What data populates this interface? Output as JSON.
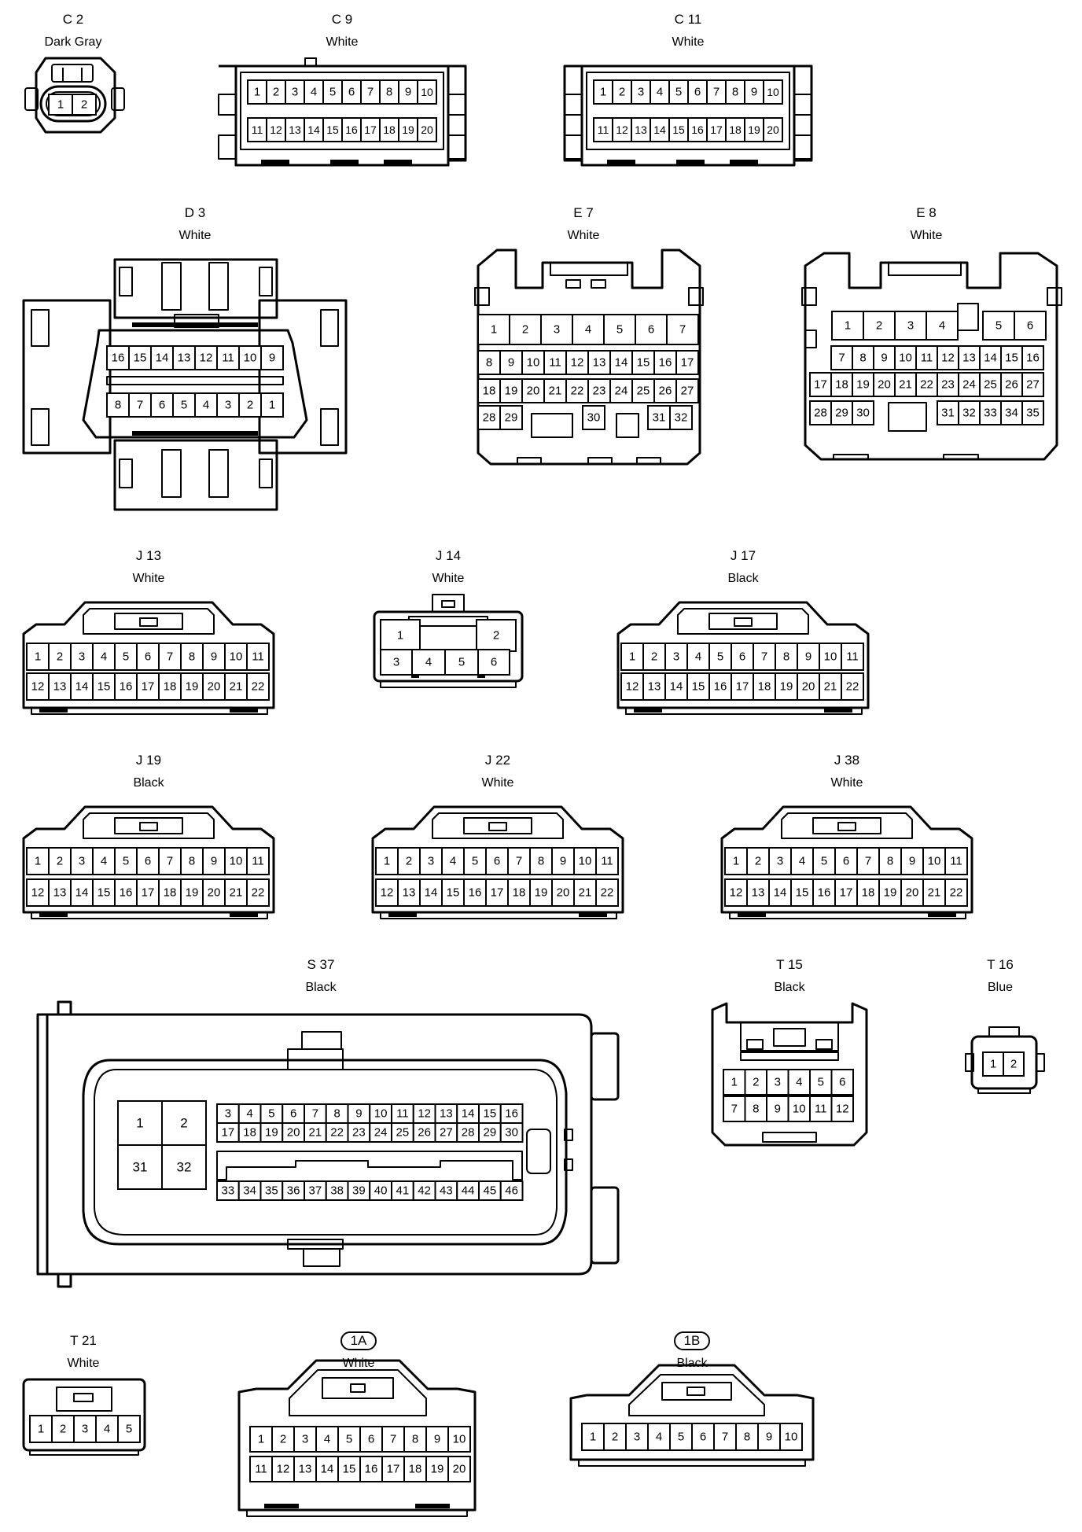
{
  "connectors": [
    {
      "id": "C2",
      "label": "C 2",
      "color": "Dark Gray",
      "pins": [
        "1",
        "2"
      ]
    },
    {
      "id": "C9",
      "label": "C 9",
      "color": "White",
      "pins": [
        "1",
        "2",
        "3",
        "4",
        "5",
        "6",
        "7",
        "8",
        "9",
        "10",
        "11",
        "12",
        "13",
        "14",
        "15",
        "16",
        "17",
        "18",
        "19",
        "20"
      ]
    },
    {
      "id": "C11",
      "label": "C 11",
      "color": "White",
      "pins": [
        "1",
        "2",
        "3",
        "4",
        "5",
        "6",
        "7",
        "8",
        "9",
        "10",
        "11",
        "12",
        "13",
        "14",
        "15",
        "16",
        "17",
        "18",
        "19",
        "20"
      ]
    },
    {
      "id": "D3",
      "label": "D 3",
      "color": "White",
      "pins": [
        "16",
        "15",
        "14",
        "13",
        "12",
        "11",
        "10",
        "9",
        "8",
        "7",
        "6",
        "5",
        "4",
        "3",
        "2",
        "1"
      ]
    },
    {
      "id": "E7",
      "label": "E 7",
      "color": "White",
      "pins": [
        "1",
        "2",
        "3",
        "4",
        "5",
        "6",
        "7",
        "8",
        "9",
        "10",
        "11",
        "12",
        "13",
        "14",
        "15",
        "16",
        "17",
        "18",
        "19",
        "20",
        "21",
        "22",
        "23",
        "24",
        "25",
        "26",
        "27",
        "28",
        "29",
        "30",
        "31",
        "32"
      ]
    },
    {
      "id": "E8",
      "label": "E 8",
      "color": "White",
      "pins": [
        "1",
        "2",
        "3",
        "4",
        "5",
        "6",
        "7",
        "8",
        "9",
        "10",
        "11",
        "12",
        "13",
        "14",
        "15",
        "16",
        "17",
        "18",
        "19",
        "20",
        "21",
        "22",
        "23",
        "24",
        "25",
        "26",
        "27",
        "28",
        "29",
        "30",
        "31",
        "32",
        "33",
        "34",
        "35"
      ]
    },
    {
      "id": "J13",
      "label": "J 13",
      "color": "White",
      "pins": [
        "1",
        "2",
        "3",
        "4",
        "5",
        "6",
        "7",
        "8",
        "9",
        "10",
        "11",
        "12",
        "13",
        "14",
        "15",
        "16",
        "17",
        "18",
        "19",
        "20",
        "21",
        "22"
      ]
    },
    {
      "id": "J14",
      "label": "J 14",
      "color": "White",
      "pins": [
        "1",
        "2",
        "3",
        "4",
        "5",
        "6"
      ]
    },
    {
      "id": "J17",
      "label": "J 17",
      "color": "Black",
      "pins": [
        "1",
        "2",
        "3",
        "4",
        "5",
        "6",
        "7",
        "8",
        "9",
        "10",
        "11",
        "12",
        "13",
        "14",
        "15",
        "16",
        "17",
        "18",
        "19",
        "20",
        "21",
        "22"
      ]
    },
    {
      "id": "J19",
      "label": "J 19",
      "color": "Black",
      "pins": [
        "1",
        "2",
        "3",
        "4",
        "5",
        "6",
        "7",
        "8",
        "9",
        "10",
        "11",
        "12",
        "13",
        "14",
        "15",
        "16",
        "17",
        "18",
        "19",
        "20",
        "21",
        "22"
      ]
    },
    {
      "id": "J22",
      "label": "J 22",
      "color": "White",
      "pins": [
        "1",
        "2",
        "3",
        "4",
        "5",
        "6",
        "7",
        "8",
        "9",
        "10",
        "11",
        "12",
        "13",
        "14",
        "15",
        "16",
        "17",
        "18",
        "19",
        "20",
        "21",
        "22"
      ]
    },
    {
      "id": "J38",
      "label": "J 38",
      "color": "White",
      "pins": [
        "1",
        "2",
        "3",
        "4",
        "5",
        "6",
        "7",
        "8",
        "9",
        "10",
        "11",
        "12",
        "13",
        "14",
        "15",
        "16",
        "17",
        "18",
        "19",
        "20",
        "21",
        "22"
      ]
    },
    {
      "id": "S37",
      "label": "S 37",
      "color": "Black",
      "pins": [
        "1",
        "2",
        "31",
        "32",
        "3",
        "4",
        "5",
        "6",
        "7",
        "8",
        "9",
        "10",
        "11",
        "12",
        "13",
        "14",
        "15",
        "16",
        "17",
        "18",
        "19",
        "20",
        "21",
        "22",
        "23",
        "24",
        "25",
        "26",
        "27",
        "28",
        "29",
        "30",
        "33",
        "34",
        "35",
        "36",
        "37",
        "38",
        "39",
        "40",
        "41",
        "42",
        "43",
        "44",
        "45",
        "46"
      ]
    },
    {
      "id": "T15",
      "label": "T 15",
      "color": "Black",
      "pins": [
        "1",
        "2",
        "3",
        "4",
        "5",
        "6",
        "7",
        "8",
        "9",
        "10",
        "11",
        "12"
      ]
    },
    {
      "id": "T16",
      "label": "T 16",
      "color": "Blue",
      "pins": [
        "1",
        "2"
      ]
    },
    {
      "id": "T21",
      "label": "T 21",
      "color": "White",
      "pins": [
        "1",
        "2",
        "3",
        "4",
        "5"
      ]
    },
    {
      "id": "1A",
      "label": "1A",
      "color": "White",
      "pins": [
        "1",
        "2",
        "3",
        "4",
        "5",
        "6",
        "7",
        "8",
        "9",
        "10",
        "11",
        "12",
        "13",
        "14",
        "15",
        "16",
        "17",
        "18",
        "19",
        "20"
      ]
    },
    {
      "id": "1B",
      "label": "1B",
      "color": "Black",
      "pins": [
        "1",
        "2",
        "3",
        "4",
        "5",
        "6",
        "7",
        "8",
        "9",
        "10"
      ]
    }
  ]
}
